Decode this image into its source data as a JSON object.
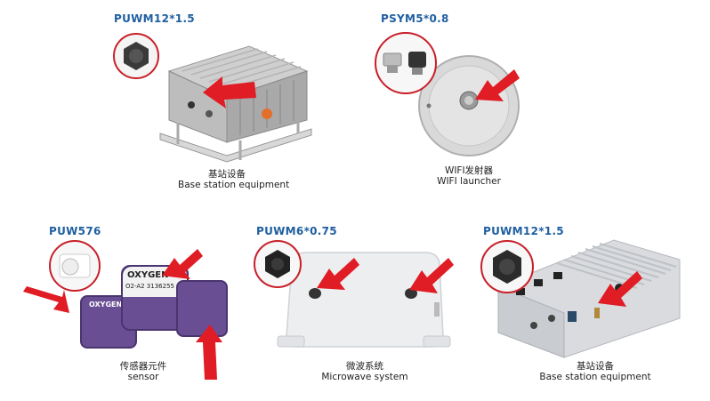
{
  "products": [
    {
      "code": "PUWM12*1.5",
      "caption_cn": "基站设备",
      "caption_en": "Base station equipment"
    },
    {
      "code": "PSYM5*0.8",
      "caption_cn": "WIFI发射器",
      "caption_en": "WIFI launcher"
    },
    {
      "code": "PUW576",
      "caption_cn": "传感器元件",
      "caption_en": "sensor"
    },
    {
      "code": "PUWM6*0.75",
      "caption_cn": "微波系统",
      "caption_en": "Microwave system"
    },
    {
      "code": "PUWM12*1.5",
      "caption_cn": "基站设备",
      "caption_en": "Base station equipment"
    }
  ],
  "sensor_labels": {
    "text1": "OXYGEN",
    "text2": "O2-A2 3136255",
    "text3": "OXYGEN"
  },
  "colors": {
    "accent_red": "#e01c24",
    "code_blue": "#1f5fa0",
    "inset_border": "#c8202a"
  }
}
